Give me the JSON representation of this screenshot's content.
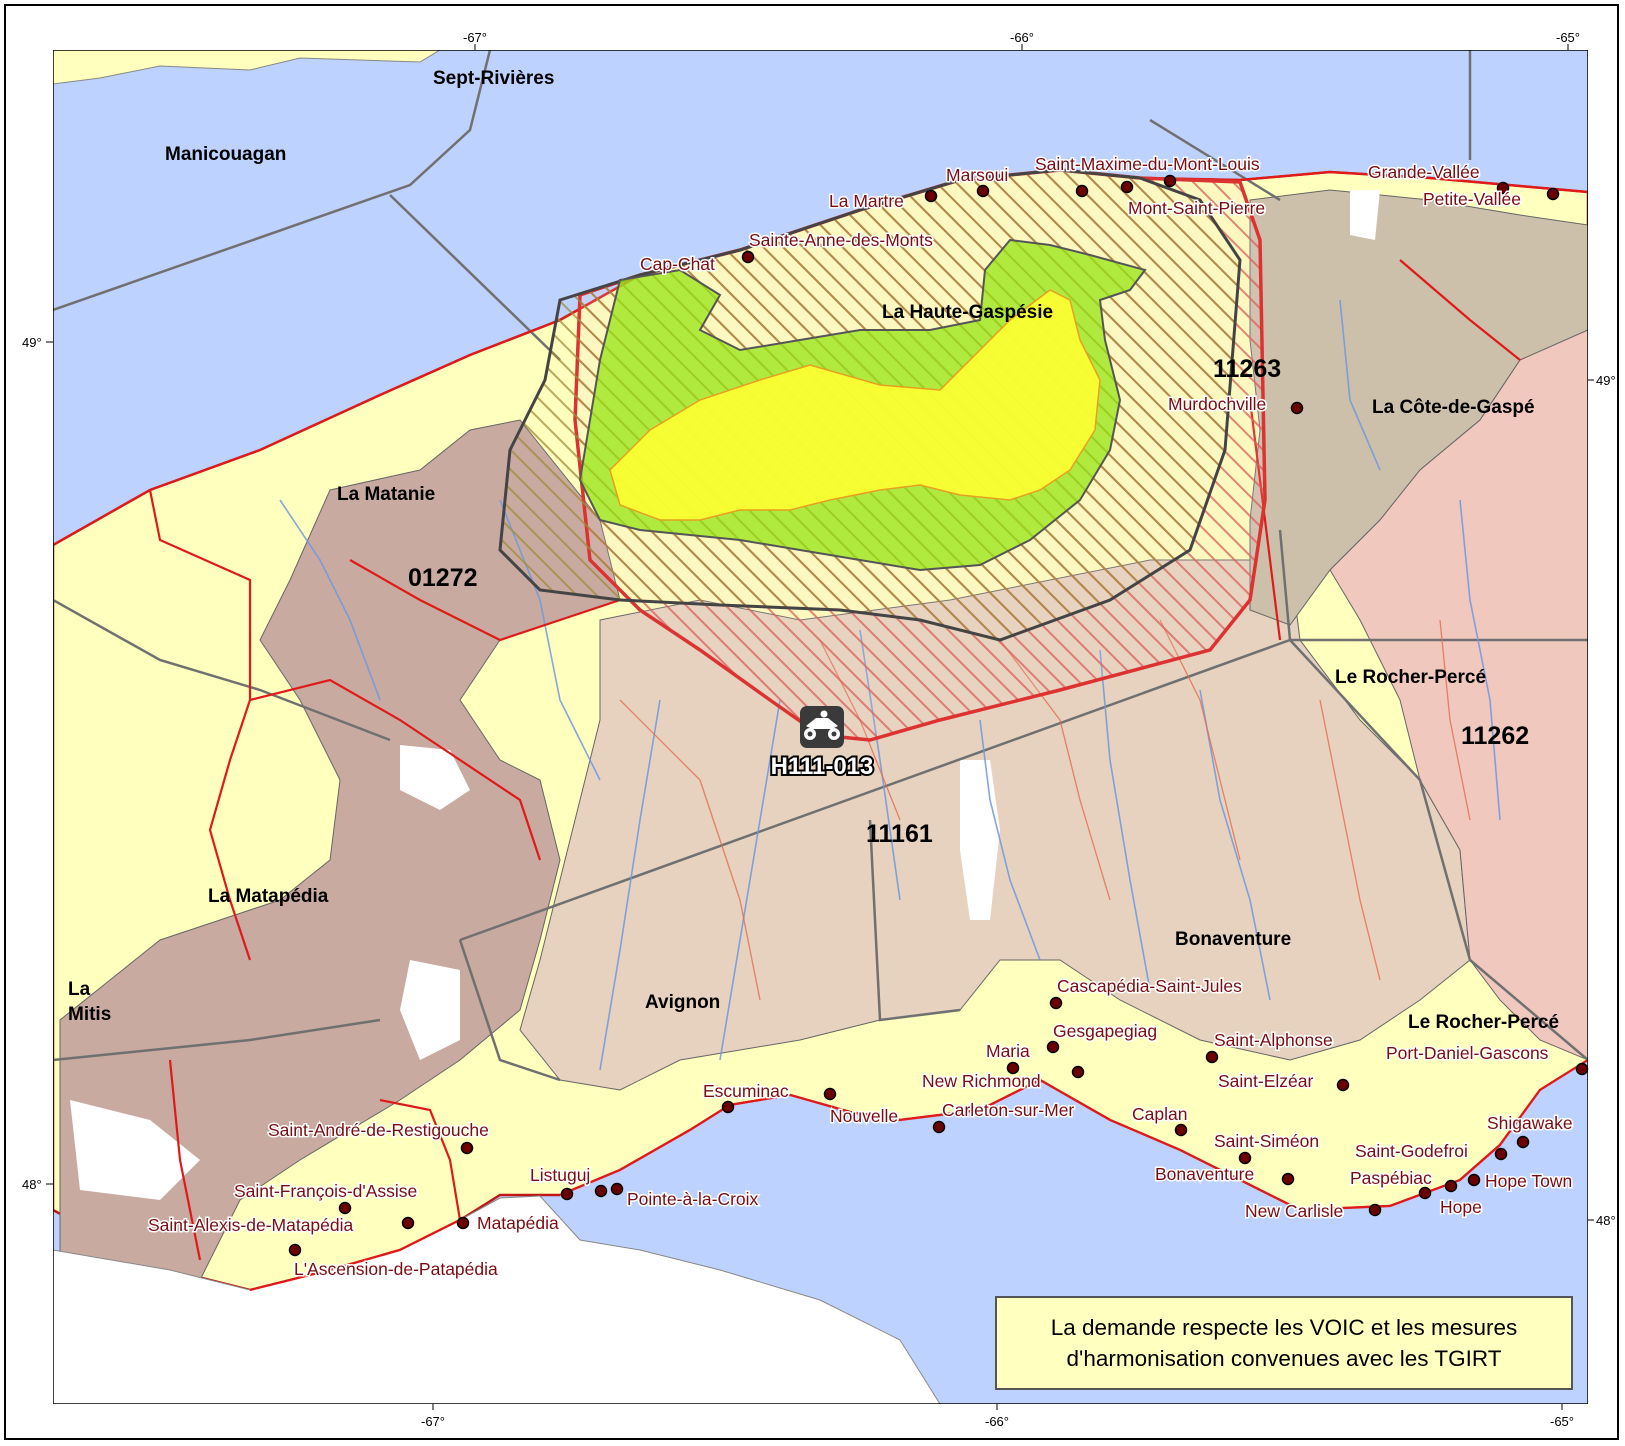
{
  "map": {
    "graticule": {
      "top_longitudes": [
        "-67°",
        "-66°",
        "-65°"
      ],
      "bottom_longitudes": [
        "-67°",
        "-66°",
        "-65°"
      ],
      "left_latitudes": [
        "49°",
        "48°"
      ],
      "right_latitudes": [
        "49°",
        "48°"
      ]
    },
    "regions": [
      {
        "name": "Sept-Rivières",
        "kind": "mrc"
      },
      {
        "name": "Manicouagan",
        "kind": "mrc"
      },
      {
        "name": "La Haute-Gaspésie",
        "kind": "mrc"
      },
      {
        "name": "La Matanie",
        "kind": "mrc"
      },
      {
        "name": "La Côte-de-Gaspé",
        "kind": "mrc"
      },
      {
        "name": "Le Rocher-Percé",
        "kind": "mrc"
      },
      {
        "name": "La Matapédia",
        "kind": "mrc"
      },
      {
        "name": "La",
        "kind": "mrc"
      },
      {
        "name": "Mitis",
        "kind": "mrc"
      },
      {
        "name": "Avignon",
        "kind": "mrc"
      },
      {
        "name": "Bonaventure",
        "kind": "mrc"
      },
      {
        "name": "Le Rocher-Percé",
        "kind": "mrc"
      }
    ],
    "management_units": [
      "01272",
      "11263",
      "11262",
      "11161"
    ],
    "towns": [
      "Marsoui",
      "Saint-Maxime-du-Mont-Louis",
      "Grande-Vallée",
      "La Martre",
      "Mont-Saint-Pierre",
      "Petite-Vallée",
      "Sainte-Anne-des-Monts",
      "Cap-Chat",
      "Murdochville",
      "Cascapédia-Saint-Jules",
      "Gesgapegiag",
      "Maria",
      "Saint-Alphonse",
      "Port-Daniel-Gascons",
      "New Richmond",
      "Saint-Elzéar",
      "Escuminac",
      "Carleton-sur-Mer",
      "Nouvelle",
      "Caplan",
      "Saint-André-de-Restigouche",
      "Shigawake",
      "Saint-Siméon",
      "Saint-Godefroi",
      "Listuguj",
      "Bonaventure",
      "Paspébiac",
      "Hope Town",
      "Saint-François-d'Assise",
      "Pointe-à-la-Croix",
      "New Carlisle",
      "Hope",
      "Saint-Alexis-de-Matapédia",
      "Matapédia",
      "L'Ascension-de-Patapédia"
    ],
    "site": {
      "label": "H111-013",
      "icon": "atv-icon"
    },
    "note": {
      "line1": "La demande respecte les VOIC et les mesures",
      "line2": "d'harmonisation convenues avec les TGIRT"
    },
    "colors": {
      "water": "#bed2ff",
      "private_land": "#ffffbe",
      "ugaf_01272": "#c8aaa0",
      "ugaf_11161": "#e6d2be",
      "ugaf_11263": "#cdc0aa",
      "ugaf_11262": "#f0c8be",
      "site_buffer_outline": "#dc3232",
      "green_zone": "#96e614",
      "yellow_zone": "#ffff32",
      "roads": "#e61414",
      "rivers": "#78a0e6",
      "town_text": "#7a0d12"
    }
  }
}
